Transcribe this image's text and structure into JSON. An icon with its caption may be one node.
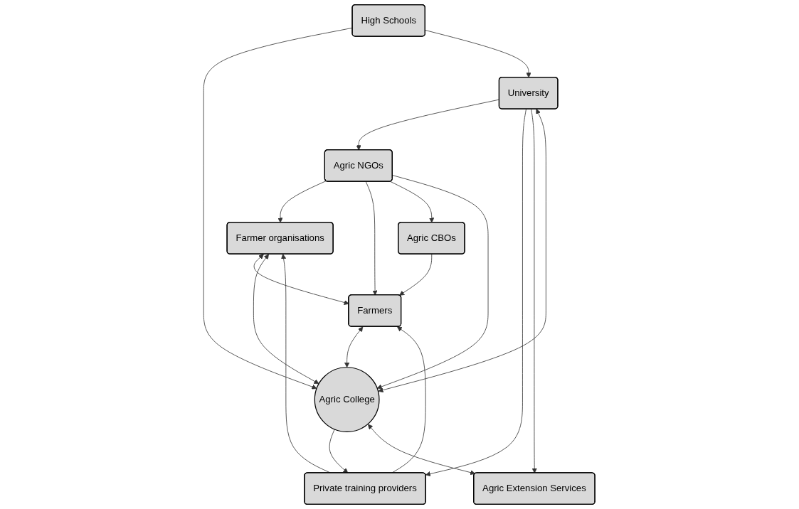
{
  "diagram": {
    "nodes": [
      {
        "text": [
          "Farmer organisations"
        ]
      },
      {
        "text": [
          "Farmers"
        ]
      },
      {
        "text": [
          "Agric CBOs"
        ]
      },
      {
        "text": [
          "Agric College"
        ]
      },
      {
        "text": [
          "Private training providers"
        ]
      },
      {
        "text": [
          "Agric NGOs"
        ]
      },
      {
        "text": [
          "Agric Extension Services"
        ]
      },
      {
        "text": [
          "High Schools"
        ]
      },
      {
        "text": [
          "University"
        ]
      }
    ],
    "edges": [
      {
        "from": 0,
        "to": 1,
        "arrow": "both"
      },
      {
        "from": 2,
        "to": 1,
        "arrow": "to"
      },
      {
        "from": 5,
        "to": 0,
        "arrow": "to"
      },
      {
        "from": 5,
        "to": 1,
        "arrow": "to"
      },
      {
        "from": 0,
        "to": 3,
        "arrow": "both"
      },
      {
        "from": 1,
        "to": 3,
        "arrow": "both"
      },
      {
        "from": 4,
        "to": 0,
        "arrow": "to"
      },
      {
        "from": 4,
        "to": 1,
        "arrow": "to"
      },
      {
        "from": 5,
        "to": 2,
        "arrow": "to"
      },
      {
        "from": 3,
        "to": 4,
        "arrow": "to"
      },
      {
        "from": 3,
        "to": 6,
        "arrow": "both"
      },
      {
        "from": 5,
        "to": 3,
        "arrow": "to"
      },
      {
        "from": 8,
        "to": 5,
        "arrow": "to"
      },
      {
        "from": 3,
        "to": 8,
        "arrow": "both"
      },
      {
        "from": 8,
        "to": 4,
        "arrow": "to"
      },
      {
        "from": 8,
        "to": 6,
        "arrow": "to"
      },
      {
        "from": 7,
        "to": 3,
        "arrow": "to"
      },
      {
        "from": 7,
        "to": 8,
        "arrow": "to"
      }
    ]
  }
}
